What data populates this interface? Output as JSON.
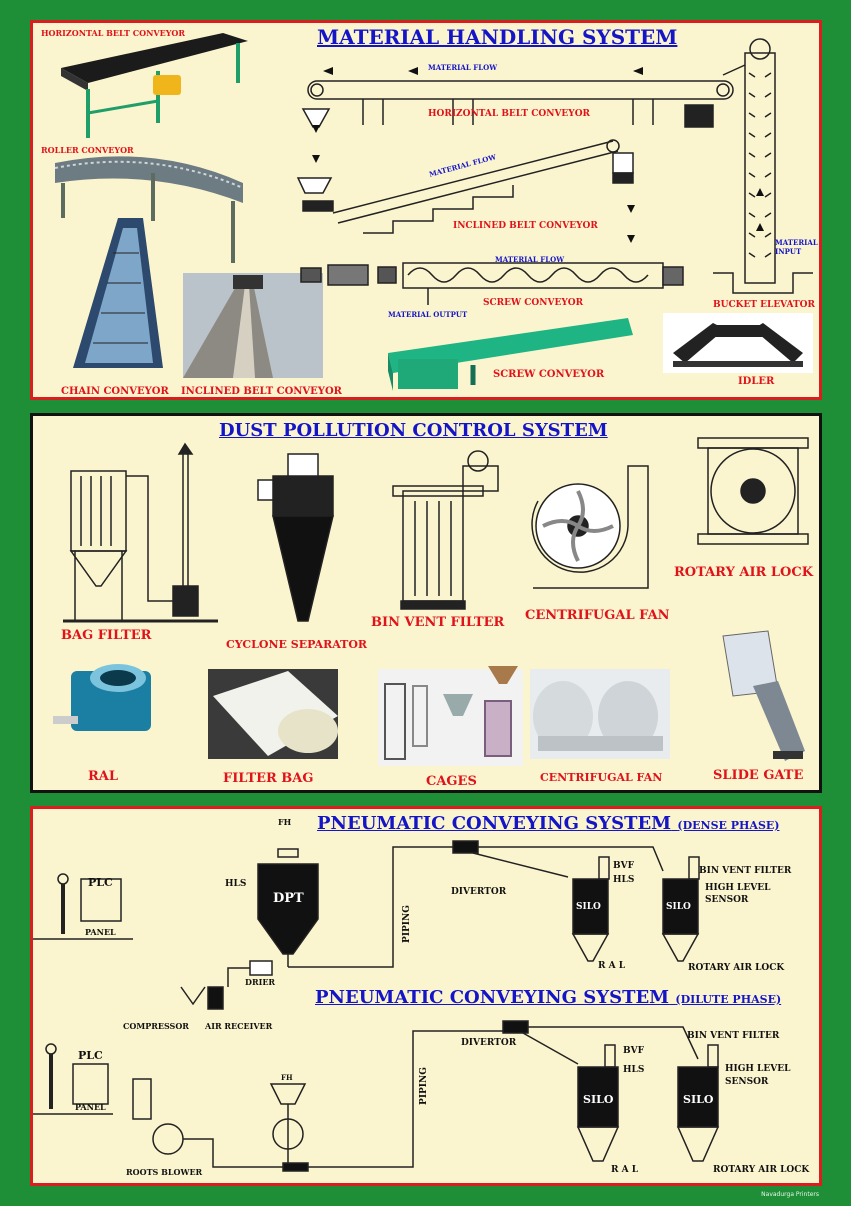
{
  "material_handling": {
    "title": "MATERIAL HANDLING SYSTEM",
    "photo_labels": {
      "horizontal_belt": "HORIZONTAL BELT CONVEYOR",
      "roller": "ROLLER CONVEYOR",
      "chain": "CHAIN  CONVEYOR",
      "inclined_belt": "INCLINED BELT CONVEYOR"
    },
    "diagram_labels": {
      "material_flow": "MATERIAL FLOW",
      "horizontal_belt": "HORIZONTAL BELT CONVEYOR",
      "inclined_belt": "INCLINED BELT CONVEYOR",
      "screw": "SCREW CONVEYOR",
      "material_output": "MATERIAL OUTPUT",
      "bucket_elevator": "BUCKET ELEVATOR",
      "material_input": "MATERIAL INPUT",
      "screw_photo": "SCREW CONVEYOR",
      "idler": "IDLER"
    }
  },
  "dust_control": {
    "title": "DUST POLLUTION CONTROL SYSTEM",
    "labels": {
      "bag_filter": "BAG FILTER",
      "cyclone": "CYCLONE SEPARATOR",
      "bin_vent": "BIN VENT FILTER",
      "fan": "CENTRIFUGAL FAN",
      "rotary": "ROTARY AIR LOCK",
      "ral": "RAL",
      "filter_bag": "FILTER BAG",
      "cages": "CAGES",
      "fan2": "CENTRIFUGAL FAN",
      "slide_gate": "SLIDE GATE"
    }
  },
  "pneumatic": {
    "dense_title": "PNEUMATIC CONVEYING  SYSTEM",
    "dense_suffix": "(DENSE PHASE)",
    "dilute_title": "PNEUMATIC CONVEYING  SYSTEM",
    "dilute_suffix": "(DILUTE PHASE)",
    "dense": {
      "fh": "FH",
      "hls": "HLS",
      "dpt": "DPT",
      "plc": "PLC",
      "panel": "PANEL",
      "piping": "PIPING",
      "divertor": "DIVERTOR",
      "drier": "DRIER",
      "compressor": "COMPRESSOR",
      "air_receiver": "AIR RECEIVER",
      "silo": "SILO",
      "bvf": "BVF",
      "hls2": "HLS",
      "ral": "R A L",
      "bin_vent": "BIN VENT FILTER",
      "high_level": "HIGH LEVEL",
      "sensor": "SENSOR",
      "rotary": "ROTARY AIR LOCK"
    },
    "dilute": {
      "fh": "FH",
      "plc": "PLC",
      "panel": "PANEL",
      "piping": "PIPING",
      "divertor": "DIVERTOR",
      "roots_blower": "ROOTS BLOWER",
      "silo": "SILO",
      "bvf": "BVF",
      "hls": "HLS",
      "ral": "R A L",
      "bin_vent": "BIN VENT FILTER",
      "high_level": "HIGH LEVEL",
      "sensor": "SENSOR",
      "rotary": "ROTARY AIR LOCK"
    }
  },
  "credit": "Navadurga Printers",
  "colors": {
    "background": "#1f8f37",
    "panel": "#fbf5cf",
    "border_red": "#d81e1e",
    "title_blue": "#1515c8",
    "label_red": "#e0121a"
  }
}
